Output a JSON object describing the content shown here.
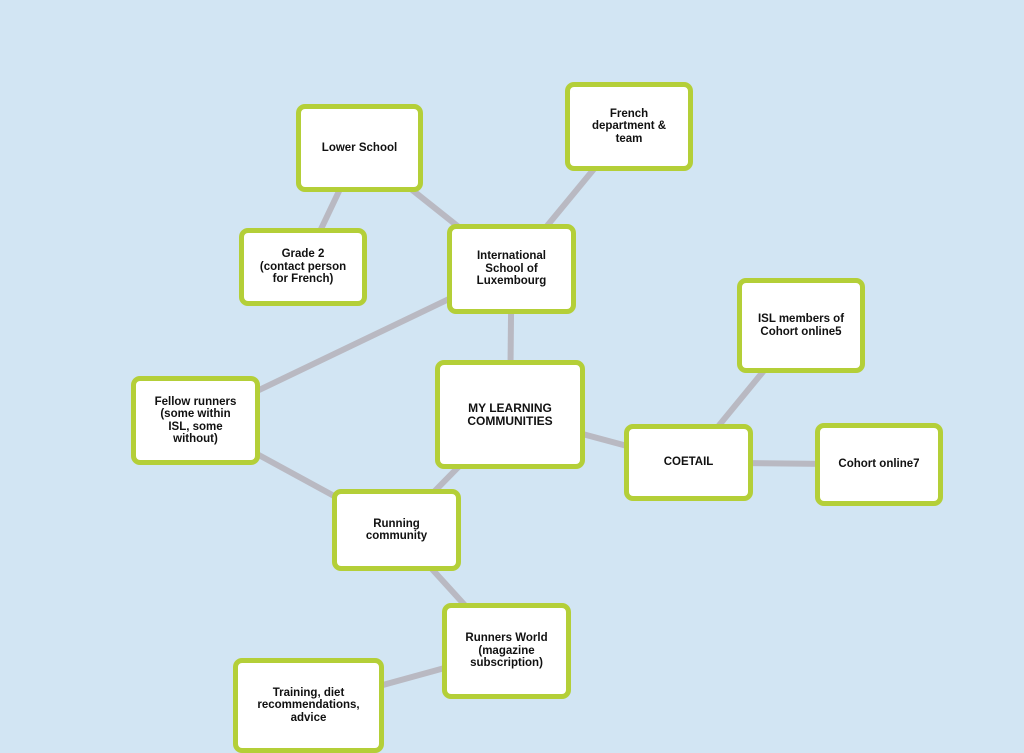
{
  "colors": {
    "background": "#d2e5f3",
    "node_fill": "#ffffff",
    "node_border": "#b4cf38",
    "edge": "#b9b9c2"
  },
  "nodes": {
    "center": "MY LEARNING\nCOMMUNITIES",
    "isl": "International\nSchool of\nLuxembourg",
    "lower_school": "Lower School",
    "grade2": "Grade 2\n(contact person\nfor French)",
    "french": "French\ndepartment &\nteam",
    "fellow_runners": "Fellow runners\n(some within\nISL, some\nwithout)",
    "running": "Running\ncommunity",
    "runners_world": "Runners World\n(magazine\nsubscription)",
    "training": "Training, diet\nrecommendations,\nadvice",
    "coetail": "COETAIL",
    "isl_members": "ISL members of\nCohort online5",
    "cohort7": "Cohort online7"
  },
  "edges": [
    [
      "center",
      "isl"
    ],
    [
      "center",
      "running"
    ],
    [
      "center",
      "coetail"
    ],
    [
      "isl",
      "lower_school"
    ],
    [
      "isl",
      "french"
    ],
    [
      "isl",
      "fellow_runners"
    ],
    [
      "lower_school",
      "grade2"
    ],
    [
      "fellow_runners",
      "running"
    ],
    [
      "running",
      "runners_world"
    ],
    [
      "runners_world",
      "training"
    ],
    [
      "coetail",
      "isl_members"
    ],
    [
      "coetail",
      "cohort7"
    ]
  ]
}
